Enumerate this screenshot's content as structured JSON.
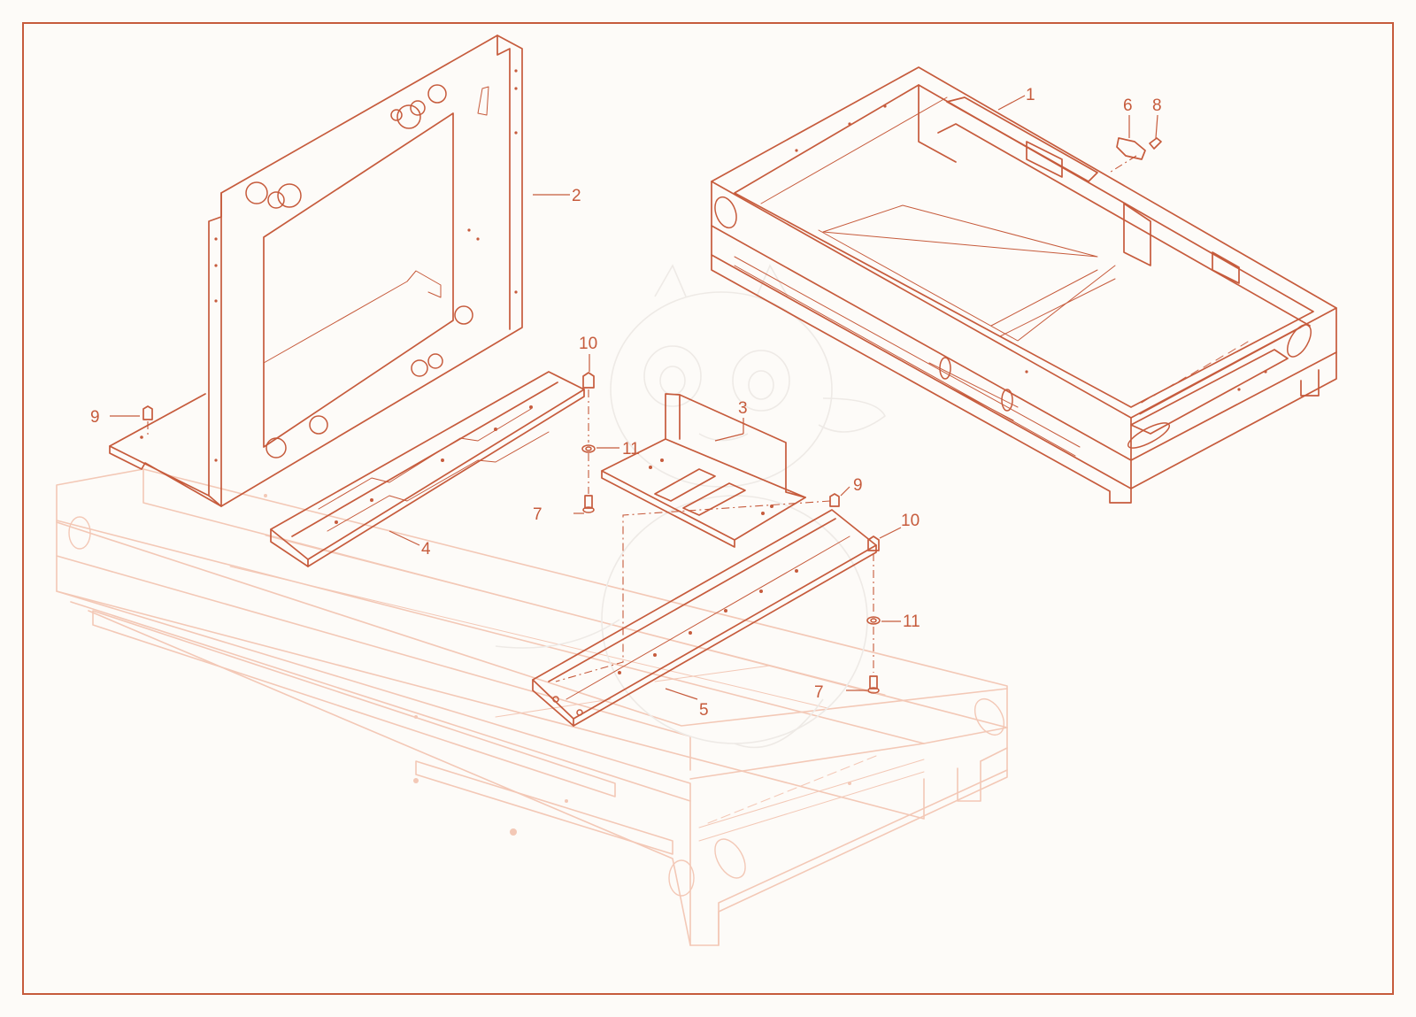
{
  "colors": {
    "part_line": "#c65b3c",
    "ghost_line": "#f3c8b6",
    "border": "#c65b3c",
    "background": "#fdfbf8"
  },
  "callouts": [
    {
      "id": "1",
      "label": "1"
    },
    {
      "id": "2",
      "label": "2"
    },
    {
      "id": "3",
      "label": "3"
    },
    {
      "id": "4",
      "label": "4"
    },
    {
      "id": "5",
      "label": "5"
    },
    {
      "id": "6",
      "label": "6"
    },
    {
      "id": "7a",
      "label": "7"
    },
    {
      "id": "7b",
      "label": "7"
    },
    {
      "id": "8",
      "label": "8"
    },
    {
      "id": "9a",
      "label": "9"
    },
    {
      "id": "9b",
      "label": "9"
    },
    {
      "id": "10a",
      "label": "10"
    },
    {
      "id": "10b",
      "label": "10"
    },
    {
      "id": "11a",
      "label": "11"
    },
    {
      "id": "11b",
      "label": "11"
    }
  ],
  "watermark": {
    "icon": "cartoon-dragon-icon"
  }
}
